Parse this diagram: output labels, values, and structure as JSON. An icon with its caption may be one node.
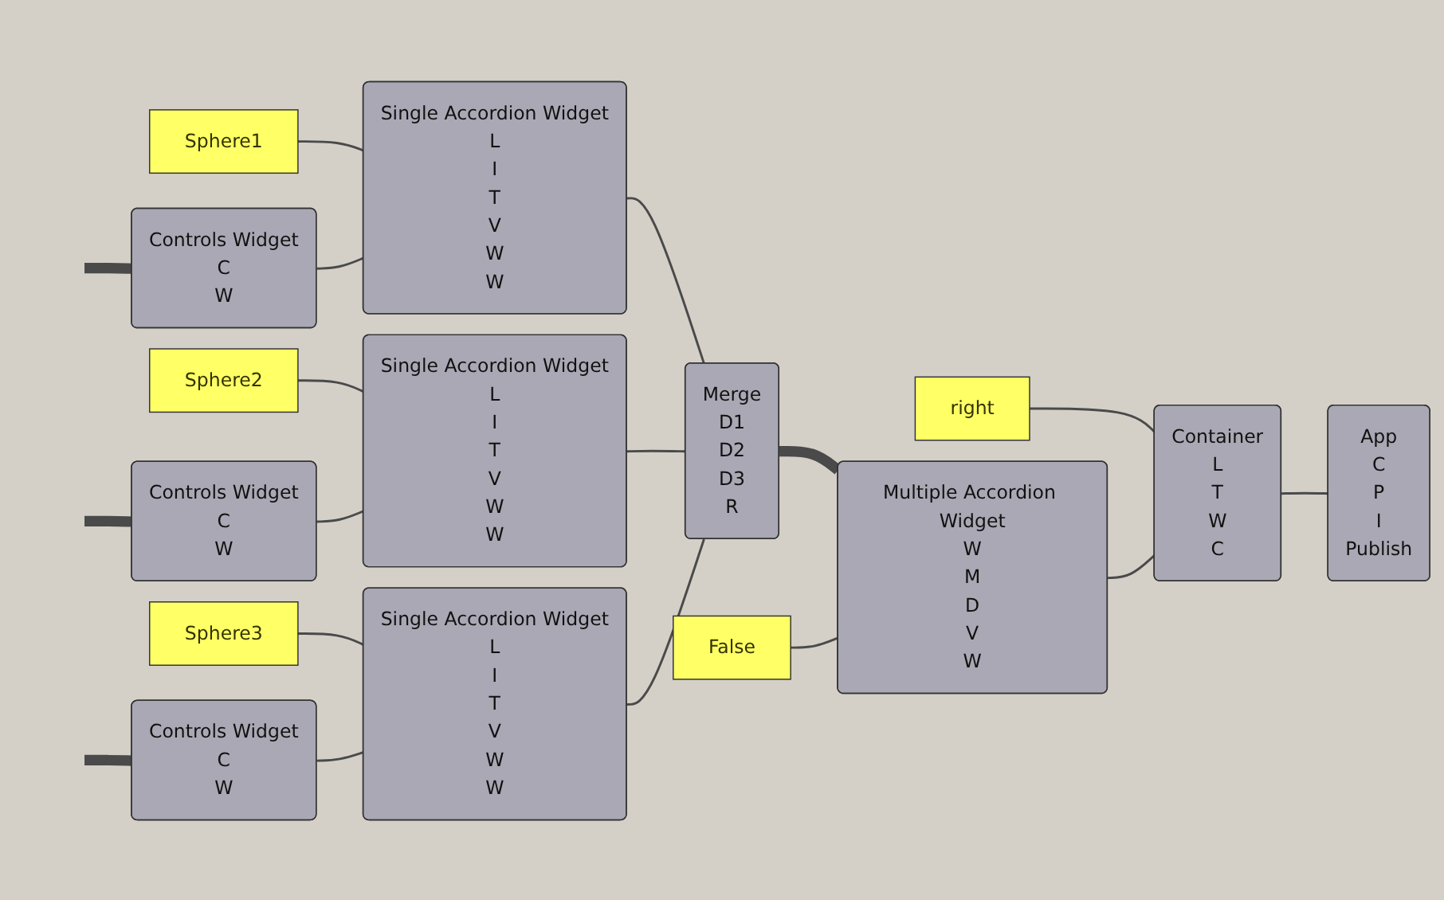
{
  "diagram": {
    "nodes": [
      {
        "text": [
          "Sphere1"
        ]
      },
      {
        "text": [
          "Single Accordion Widget",
          "L",
          "I",
          "T",
          "V",
          "W",
          "W"
        ]
      },
      {
        "text": [
          "Controls Widget",
          "C",
          "W"
        ]
      },
      {
        "text": [
          "Sphere2"
        ]
      },
      {
        "text": [
          "Single Accordion Widget",
          "L",
          "I",
          "T",
          "V",
          "W",
          "W"
        ]
      },
      {
        "text": [
          "Controls Widget",
          "C",
          "W"
        ]
      },
      {
        "text": [
          "Sphere3"
        ]
      },
      {
        "text": [
          "Single Accordion Widget",
          "L",
          "I",
          "T",
          "V",
          "W",
          "W"
        ]
      },
      {
        "text": [
          "Controls Widget",
          "C",
          "W"
        ]
      },
      {
        "text": [
          "Merge",
          "D1",
          "D2",
          "D3",
          "R"
        ]
      },
      {
        "text": [
          "Multiple Accordion Widget",
          "W",
          "M",
          "D",
          "V",
          "W"
        ]
      },
      {
        "text": [
          "False"
        ]
      },
      {
        "text": [
          "right"
        ]
      },
      {
        "text": [
          "Container",
          "L",
          "T",
          "W",
          "C"
        ]
      },
      {
        "text": [
          "App",
          "C",
          "P",
          "I",
          "Publish"
        ]
      }
    ],
    "edges": [
      {
        "from": null,
        "to": 2,
        "arrow": "none",
        "style": "thick"
      },
      {
        "from": 0,
        "to": 1,
        "arrow": "none"
      },
      {
        "from": 2,
        "to": 1,
        "arrow": "none"
      },
      {
        "from": null,
        "to": 5,
        "arrow": "none",
        "style": "thick"
      },
      {
        "from": 3,
        "to": 4,
        "arrow": "none"
      },
      {
        "from": 5,
        "to": 4,
        "arrow": "none"
      },
      {
        "from": null,
        "to": 8,
        "arrow": "none",
        "style": "thick"
      },
      {
        "from": 6,
        "to": 7,
        "arrow": "none"
      },
      {
        "from": 8,
        "to": 7,
        "arrow": "none"
      },
      {
        "from": 1,
        "to": 9,
        "arrow": "none"
      },
      {
        "from": 4,
        "to": 9,
        "arrow": "none"
      },
      {
        "from": 7,
        "to": 9,
        "arrow": "none"
      },
      {
        "from": 9,
        "to": 10,
        "arrow": "none",
        "style": "thick"
      },
      {
        "from": 11,
        "to": 10,
        "arrow": "none"
      },
      {
        "from": 12,
        "to": 13,
        "arrow": "none"
      },
      {
        "from": 10,
        "to": 13,
        "arrow": "none"
      },
      {
        "from": 13,
        "to": 14,
        "arrow": "none"
      }
    ]
  }
}
